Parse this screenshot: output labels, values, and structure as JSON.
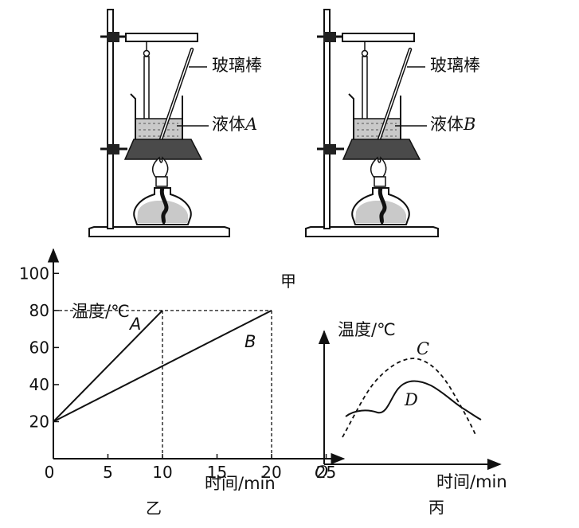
{
  "apparatus": {
    "left": {
      "rod_label": "玻璃棒",
      "liquid_label": "液体",
      "liquid_letter": "A"
    },
    "right": {
      "rod_label": "玻璃棒",
      "liquid_label": "液体",
      "liquid_letter": "B"
    },
    "caption": "甲"
  },
  "chart_data": [
    {
      "type": "line",
      "caption": "乙",
      "ylabel": "温度/℃",
      "xlabel": "时间/min",
      "origin_label": "0",
      "xticks": [
        0,
        5,
        10,
        15,
        20,
        25
      ],
      "yticks": [
        20,
        40,
        60,
        80,
        100
      ],
      "xlim": [
        0,
        25
      ],
      "ylim": [
        0,
        100
      ],
      "series": [
        {
          "name": "A",
          "x": [
            0,
            10
          ],
          "y": [
            20,
            80
          ]
        },
        {
          "name": "B",
          "x": [
            0,
            20
          ],
          "y": [
            20,
            80
          ]
        }
      ],
      "guides": [
        {
          "x": [
            0,
            20
          ],
          "y": [
            80,
            80
          ]
        },
        {
          "x": [
            10,
            10
          ],
          "y": [
            0,
            80
          ]
        },
        {
          "x": [
            20,
            20
          ],
          "y": [
            0,
            80
          ]
        }
      ]
    },
    {
      "type": "line",
      "caption": "丙",
      "ylabel": "温度/℃",
      "xlabel": "时间/min",
      "origin_label": "O",
      "series": [
        {
          "name": "C",
          "style": "dashed"
        },
        {
          "name": "D",
          "style": "solid"
        }
      ]
    }
  ]
}
